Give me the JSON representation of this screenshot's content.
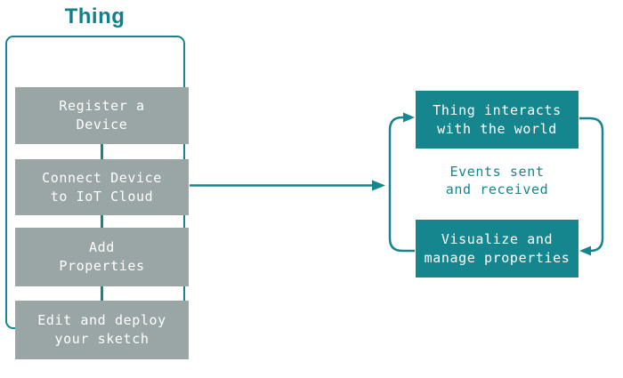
{
  "colors": {
    "teal": "#15858E",
    "gray": "#9AA5A6",
    "background": "#FFFFFF",
    "box_text": "#FFFFFF"
  },
  "left_panel": {
    "title": "Thing",
    "steps": [
      {
        "label": "Register a\nDevice"
      },
      {
        "label": "Connect Device\nto IoT Cloud"
      },
      {
        "label": "Add\nProperties"
      },
      {
        "label": "Edit and deploy\nyour sketch"
      }
    ]
  },
  "cycle": {
    "top_box_label": "Thing interacts\nwith the world",
    "middle_text": "Events sent\nand received",
    "bottom_box_label": "Visualize and\nmanage properties"
  }
}
